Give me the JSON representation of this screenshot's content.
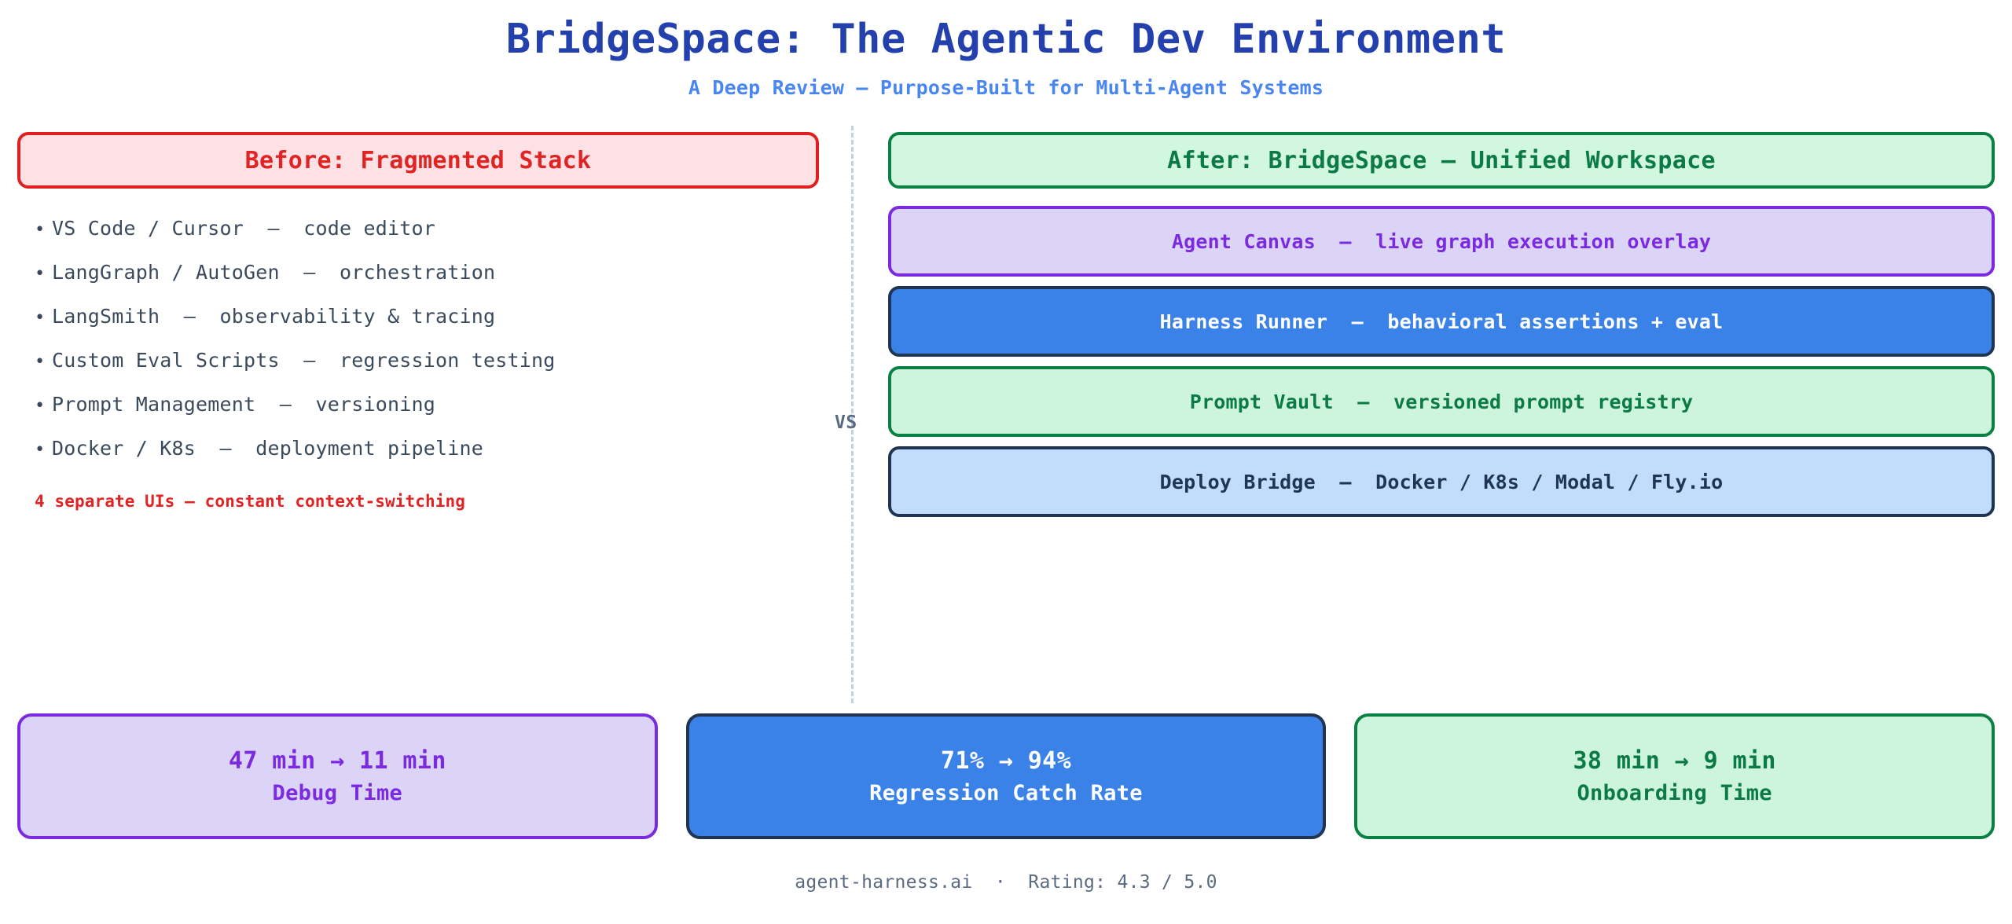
{
  "header": {
    "title": "BridgeSpace: The Agentic Dev Environment",
    "subtitle": "A Deep Review — Purpose-Built for Multi-Agent Systems"
  },
  "divider": {
    "vs_label": "VS"
  },
  "before": {
    "header": "Before: Fragmented Stack",
    "items": [
      {
        "label": "VS Code / Cursor  —  code editor"
      },
      {
        "label": "LangGraph / AutoGen  —  orchestration"
      },
      {
        "label": "LangSmith  —  observability & tracing"
      },
      {
        "label": "Custom Eval Scripts  —  regression testing"
      },
      {
        "label": "Prompt Management  —  versioning"
      },
      {
        "label": "Docker / K8s  —  deployment pipeline"
      }
    ],
    "bullet_glyph": "•",
    "note": "4 separate UIs — constant context-switching"
  },
  "after": {
    "header": "After: BridgeSpace — Unified Workspace",
    "features": [
      {
        "label": "Agent Canvas  —  live graph execution overlay"
      },
      {
        "label": "Harness Runner  —  behavioral assertions + eval"
      },
      {
        "label": "Prompt Vault  —  versioned prompt registry"
      },
      {
        "label": "Deploy Bridge  —  Docker / K8s / Modal / Fly.io"
      }
    ]
  },
  "metrics": [
    {
      "value": "47 min → 11 min",
      "label": "Debug Time"
    },
    {
      "value": "71% → 94%",
      "label": "Regression Catch Rate"
    },
    {
      "value": "38 min → 9 min",
      "label": "Onboarding Time"
    }
  ],
  "footer": {
    "text": "agent-harness.ai  ·  Rating: 4.3 / 5.0"
  },
  "colors": {
    "title_blue": "#2440ad",
    "subtitle_blue": "#4a86ef",
    "red": "#e02424",
    "red_fill": "#fde1e4",
    "green": "#0b7a45",
    "green_border": "#0b8043",
    "green_fill": "#d2f7e0",
    "purple": "#7b2ae0",
    "purple_fill": "#dcd4f7",
    "blue_solid": "#3b82e8",
    "navy": "#1f3552",
    "blue_fill": "#c2dcfb",
    "slate_text": "#3a4a5c",
    "muted": "#5a6a80"
  }
}
